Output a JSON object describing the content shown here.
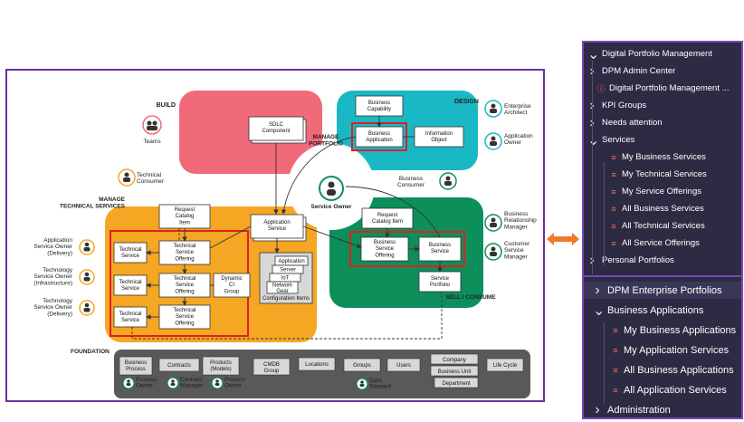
{
  "diagram": {
    "zones": {
      "build": "BUILD",
      "design": "DESIGN",
      "manage_portfolio": "MANAGE\nPORTFOLIO",
      "manage_technical": "MANAGE\nTECHNICAL SERVICES",
      "sell_consume": "SELL / CONSUME",
      "foundation": "FOUNDATION"
    },
    "boxes": {
      "sdlc_component": "SDLC\nComponent",
      "business_capability": "Business\nCapability",
      "business_application": "Business\nApplication",
      "information_object": "Information\nObject",
      "request_catalog_item_left": "Request\nCatalog\nItem",
      "application_service": "Application\nService",
      "technical_service_1": "Technical\nService",
      "technical_service_offering_1": "Technical\nService\nOffering",
      "technical_service_2": "Technical\nService",
      "technical_service_offering_2": "Technical\nService\nOffering",
      "dynamic_ci_group": "Dynamic\nCI\nGroup",
      "technical_service_3": "Technical\nService",
      "technical_service_offering_3": "Technical\nService\nOffering",
      "config_application": "Application",
      "config_server": "Server",
      "config_iot": "IoT",
      "config_network_gear": "Network\nGear",
      "configuration_items": "Configuration Items",
      "request_catalog_item_right": "Request\nCatalog Item",
      "business_service_offering": "Business\nService\nOffering",
      "business_service": "Business\nService",
      "service_portfolio": "Service\nPortfolio"
    },
    "roles": {
      "teams": "Teams",
      "technical_consumer": "Technical\nConsumer",
      "service_owner": "Service Owner",
      "enterprise_architect": "Enterprise\nArchitect",
      "application_owner": "Application\nOwner",
      "business_consumer": "Business\nConsumer",
      "business_relationship_manager": "Business\nRelationship\nManager",
      "customer_service_manager": "Customer\nService\nManager",
      "app_service_owner_delivery": "Application\nService Owner\n(Delivery)",
      "tech_service_owner_infra": "Technology\nService Owner\n(Infrastructure)",
      "tech_service_owner_delivery": "Technology\nService Owner\n(Delivery)"
    },
    "foundation": {
      "business_process": "Business\nProcess",
      "contracts": "Contracts",
      "products_models": "Products\n(Models)",
      "cmdb_group": "CMDB\nGroup",
      "locations": "Locations",
      "groups": "Groups",
      "users": "Users",
      "company": "Company",
      "business_unit": "Business Unit",
      "department": "Department",
      "life_cycle": "Life Cycle",
      "process_owner": "Process\nOwner",
      "contract_manager": "Contract\nManager",
      "product_owner": "Product\nOwner",
      "data_steward": "Data\nSteward"
    },
    "colors": {
      "build": "#f06a7a",
      "design": "#1ab8c4",
      "manage_technical": "#f5a623",
      "sell_consume": "#0c8f5a",
      "foundation": "#595959",
      "highlight": "#e02020",
      "frame": "#6b2fa0"
    }
  },
  "nav": {
    "top": [
      {
        "label": "Digital Portfolio Management",
        "icon": "chevron-down-icon"
      },
      {
        "label": "DPM Admin Center",
        "icon": "chevron-right-icon"
      },
      {
        "label": "Digital Portfolio Management ...",
        "icon": "info-circle-icon"
      },
      {
        "label": "KPI Groups",
        "icon": "chevron-right-icon"
      },
      {
        "label": "Needs attention",
        "icon": "chevron-right-icon"
      },
      {
        "label": "Services",
        "icon": "chevron-down-icon"
      },
      {
        "label": "My Business Services",
        "icon": "list-icon"
      },
      {
        "label": "My Technical Services",
        "icon": "list-icon"
      },
      {
        "label": "My Service Offerings",
        "icon": "list-icon"
      },
      {
        "label": "All Business Services",
        "icon": "list-icon"
      },
      {
        "label": "All Technical Services",
        "icon": "list-icon"
      },
      {
        "label": "All Service Offerings",
        "icon": "list-icon"
      },
      {
        "label": "Personal Portfolios",
        "icon": "chevron-right-icon"
      }
    ],
    "bottom": [
      {
        "label": "DPM Enterprise Portfolios",
        "icon": "chevron-right-icon"
      },
      {
        "label": "Business Applications",
        "icon": "chevron-down-icon"
      },
      {
        "label": "My Business Applications",
        "icon": "list-icon"
      },
      {
        "label": "My Application Services",
        "icon": "list-icon"
      },
      {
        "label": "All Business Applications",
        "icon": "list-icon"
      },
      {
        "label": "All Application Services",
        "icon": "list-icon"
      },
      {
        "label": "Administration",
        "icon": "chevron-right-icon"
      }
    ]
  }
}
